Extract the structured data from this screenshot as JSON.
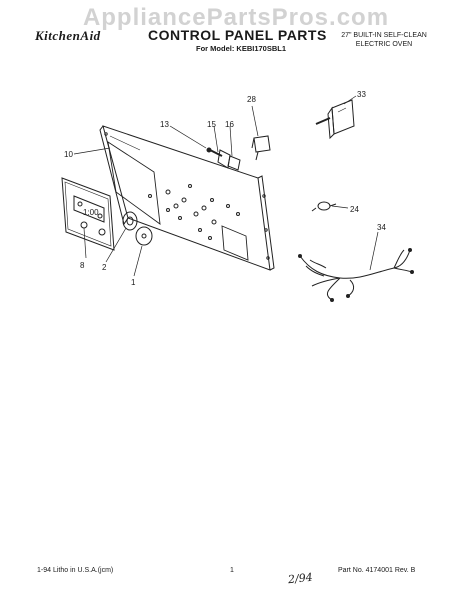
{
  "watermark": "AppliancePartsPros.com",
  "header": {
    "brand": "KitchenAid",
    "title": "CONTROL PANEL PARTS",
    "model": "For Model: KEBI170SBL1",
    "description_line1": "27\" BUILT-IN SELF-CLEAN",
    "description_line2": "ELECTRIC OVEN"
  },
  "callouts": {
    "c1": "1",
    "c2": "2",
    "c8": "8",
    "c10": "10",
    "c13": "13",
    "c15": "15",
    "c16": "16",
    "c24": "24",
    "c28": "28",
    "c33": "33",
    "c34": "34"
  },
  "display_text": "1:00",
  "footer": {
    "left": "1-94   Litho in U.S.A.(jcm)",
    "page": "1",
    "handwritten": "2/94",
    "right": "Part No. 4174001   Rev. B"
  }
}
